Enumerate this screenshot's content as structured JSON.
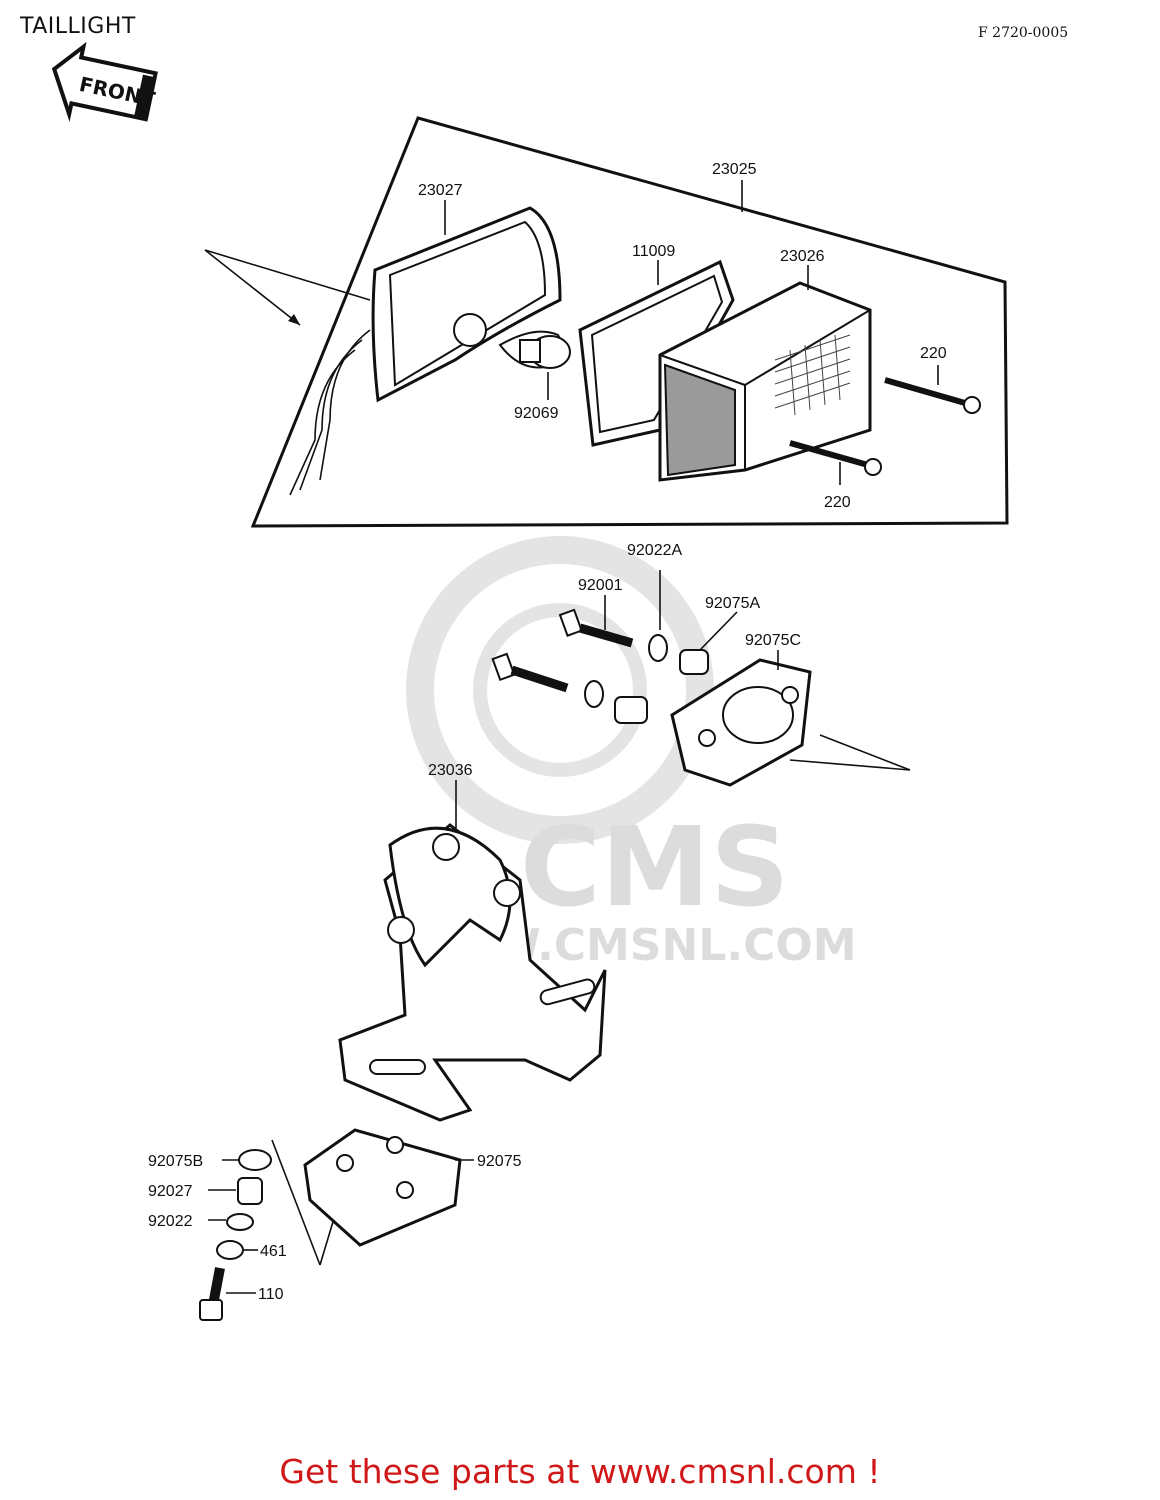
{
  "header": {
    "title": "TAILLIGHT",
    "code": "F 2720-0005"
  },
  "badge": {
    "front": "FRONT"
  },
  "watermark": {
    "brand": "CMS",
    "url": "WWW.CMSNL.COM"
  },
  "parts": [
    "23025",
    "23027",
    "11009",
    "23026",
    "220",
    "92069",
    "220",
    "92022A",
    "92001",
    "92075A",
    "92075C",
    "23036",
    "92075B",
    "92075",
    "92027",
    "92022",
    "461",
    "110"
  ],
  "footer": {
    "text": "Get these parts at www.cmsnl.com !"
  }
}
